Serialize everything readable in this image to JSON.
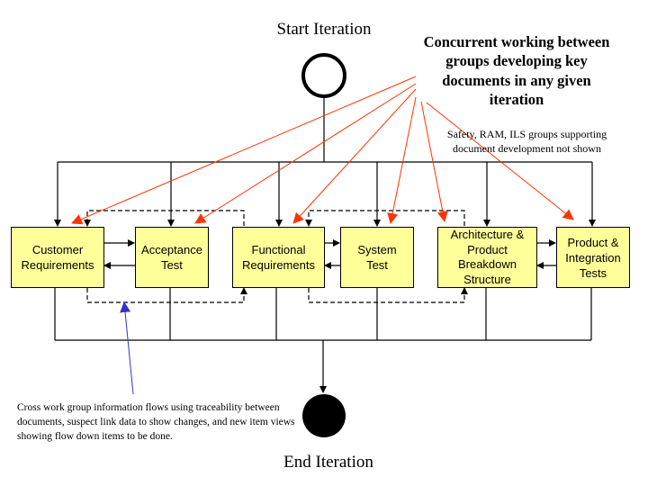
{
  "start": {
    "label": "Start Iteration"
  },
  "end": {
    "label": "End Iteration"
  },
  "notes": {
    "concurrent": "Concurrent working between groups developing key documents in any given iteration",
    "support": "Safety, RAM, ILS groups supporting document development not shown",
    "crossflow": "Cross work group information flows using traceability between documents, suspect link data to show changes, and new item views showing flow down items to be done."
  },
  "boxes": [
    {
      "id": "customer-requirements",
      "label": "Customer\nRequirements"
    },
    {
      "id": "acceptance-test",
      "label": "Acceptance\nTest"
    },
    {
      "id": "functional-requirements",
      "label": "Functional\nRequirements"
    },
    {
      "id": "system-test",
      "label": "System\nTest"
    },
    {
      "id": "architecture-product-breakdown",
      "label": "Architecture &\nProduct\nBreakdown\nStructure"
    },
    {
      "id": "product-integration-tests",
      "label": "Product &\nIntegration\nTests"
    }
  ],
  "colors": {
    "box_fill": "#ffff99",
    "concurrency_arrow": "#ff3300",
    "crossflow_arrow": "#3333cc",
    "line": "#000000"
  }
}
